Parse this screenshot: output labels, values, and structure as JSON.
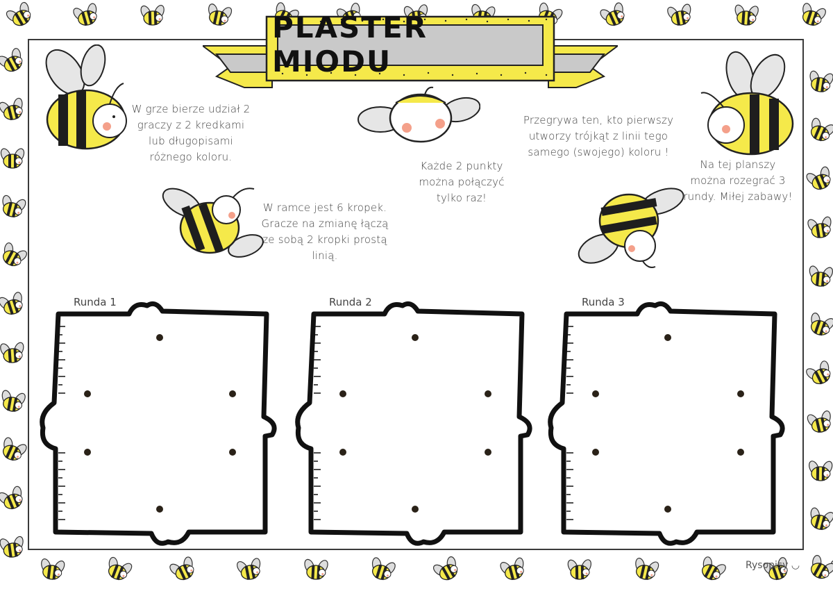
{
  "title": "PLASTER MIODU",
  "instructions": {
    "players": "W grze bierze udział 2 graczy z 2 kredkami lub długopisami różnego koloru.",
    "dots": "W ramce jest 6 kropek. Gracze na zmianę łączą ze sobą 2 kropki prostą linią.",
    "once": "Każde 2 punkty można połączyć tylko raz!",
    "lose": "Przegrywa ten, kto pierwszy utworzy trójkąt z linii tego samego (swojego) koloru !",
    "rounds": "Na tej planszy można rozegrać 3 rundy. Miłej zabawy!"
  },
  "rounds": [
    {
      "label": "Runda 1"
    },
    {
      "label": "Runda 2"
    },
    {
      "label": "Runda 3"
    }
  ],
  "logo": "Rysopisy",
  "colors": {
    "bee_yellow": "#f5e94a",
    "bee_black": "#1e1e1e",
    "banner_gray": "#c9c9c9",
    "cheek": "#f4a08a"
  }
}
